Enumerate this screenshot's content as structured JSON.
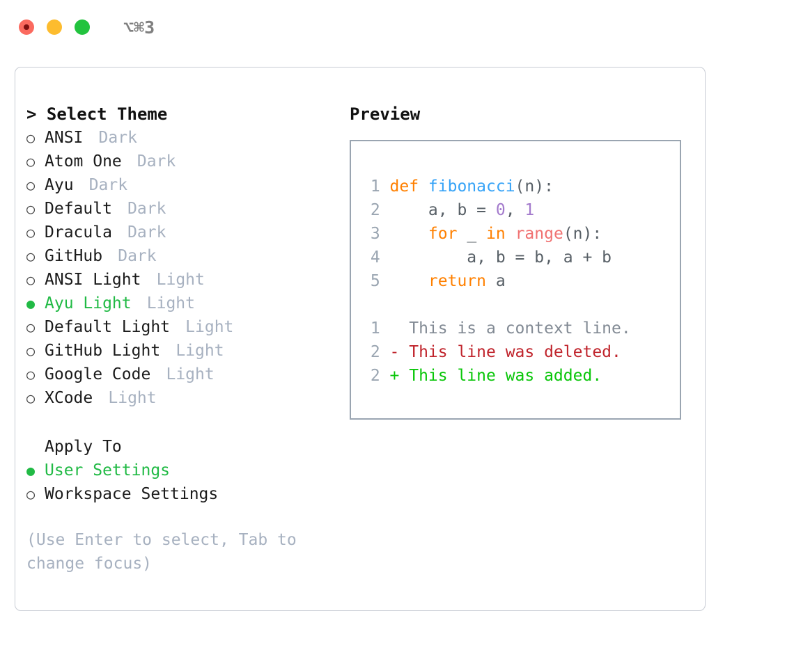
{
  "titlebar": {
    "shortcut": "⌥⌘3",
    "lights": [
      {
        "name": "close",
        "color": "#fb6a5f"
      },
      {
        "name": "minimize",
        "color": "#fdbc2e"
      },
      {
        "name": "zoom",
        "color": "#22c33e"
      }
    ]
  },
  "theme_picker": {
    "header": "> Select Theme",
    "bullet_unselected": "○",
    "bullet_selected": "●",
    "items": [
      {
        "label": "ANSI",
        "tag": "Dark",
        "selected": false
      },
      {
        "label": "Atom One",
        "tag": "Dark",
        "selected": false
      },
      {
        "label": "Ayu",
        "tag": "Dark",
        "selected": false
      },
      {
        "label": "Default",
        "tag": "Dark",
        "selected": false
      },
      {
        "label": "Dracula",
        "tag": "Dark",
        "selected": false
      },
      {
        "label": "GitHub",
        "tag": "Dark",
        "selected": false
      },
      {
        "label": "ANSI Light",
        "tag": "Light",
        "selected": false
      },
      {
        "label": "Ayu Light",
        "tag": "Light",
        "selected": true
      },
      {
        "label": "Default Light",
        "tag": "Light",
        "selected": false
      },
      {
        "label": "GitHub Light",
        "tag": "Light",
        "selected": false
      },
      {
        "label": "Google Code",
        "tag": "Light",
        "selected": false
      },
      {
        "label": "XCode",
        "tag": "Light",
        "selected": false
      }
    ]
  },
  "apply_to": {
    "header": "Apply To",
    "items": [
      {
        "label": "User Settings",
        "selected": true
      },
      {
        "label": "Workspace Settings",
        "selected": false
      }
    ]
  },
  "hint": "(Use Enter to select, Tab to change focus)",
  "preview": {
    "title": "Preview",
    "code_lines": [
      {
        "no": "1",
        "tokens": [
          {
            "text": "def ",
            "kind": "kw"
          },
          {
            "text": "fibonacci",
            "kind": "fn"
          },
          {
            "text": "(n):",
            "kind": "plain"
          }
        ]
      },
      {
        "no": "2",
        "tokens": [
          {
            "text": "    a, b = ",
            "kind": "plain"
          },
          {
            "text": "0",
            "kind": "num"
          },
          {
            "text": ", ",
            "kind": "plain"
          },
          {
            "text": "1",
            "kind": "num"
          }
        ]
      },
      {
        "no": "3",
        "tokens": [
          {
            "text": "    ",
            "kind": "plain"
          },
          {
            "text": "for",
            "kind": "kw"
          },
          {
            "text": " _ ",
            "kind": "plain"
          },
          {
            "text": "in",
            "kind": "kw"
          },
          {
            "text": " ",
            "kind": "plain"
          },
          {
            "text": "range",
            "kind": "built"
          },
          {
            "text": "(n):",
            "kind": "plain"
          }
        ]
      },
      {
        "no": "4",
        "tokens": [
          {
            "text": "        a, b = b, a + b",
            "kind": "plain"
          }
        ]
      },
      {
        "no": "5",
        "tokens": [
          {
            "text": "    ",
            "kind": "plain"
          },
          {
            "text": "return",
            "kind": "kw"
          },
          {
            "text": " a",
            "kind": "plain"
          }
        ]
      }
    ],
    "diff_lines": [
      {
        "no": "1",
        "marker": "  ",
        "text": "This is a context line.",
        "kind": "ctx"
      },
      {
        "no": "2",
        "marker": "- ",
        "text": "This line was deleted.",
        "kind": "del"
      },
      {
        "no": "2",
        "marker": "+ ",
        "text": "This line was added.",
        "kind": "add"
      }
    ]
  },
  "colors": {
    "accent_green": "#21ba45",
    "tag_gray": "#a7b1c0",
    "panel_border": "#c8ccd4",
    "preview_border": "#9aa5b1",
    "kw_orange": "#ff8000",
    "fn_blue": "#36a3f7",
    "num_purple": "#a37acc",
    "builtin_red": "#f07171",
    "diff_del": "#c0242c",
    "diff_add": "#09c609"
  }
}
